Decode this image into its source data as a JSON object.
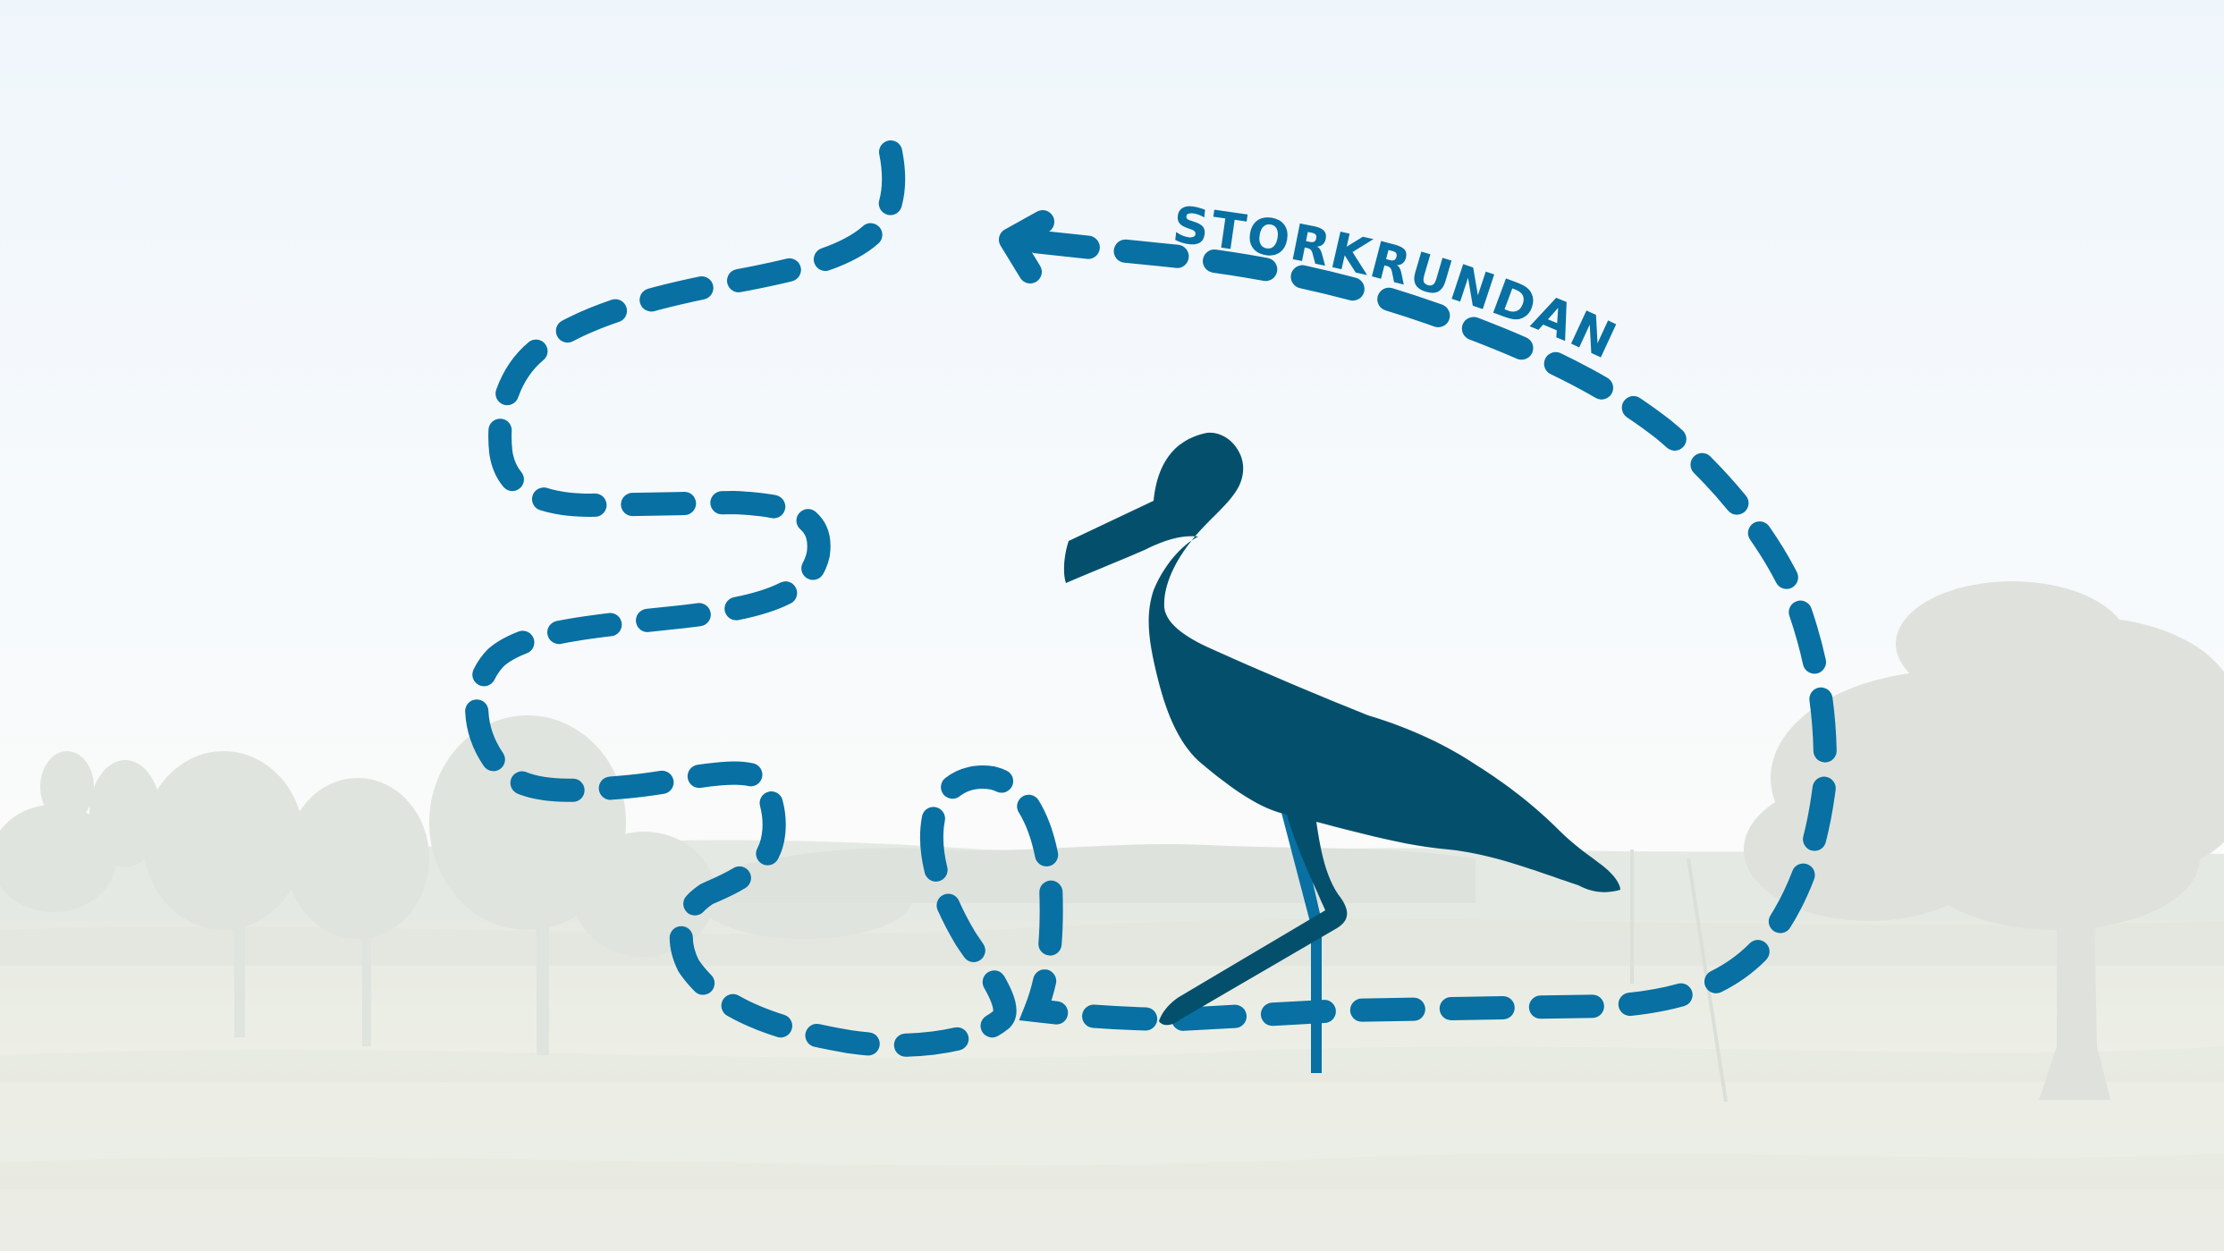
{
  "logo": {
    "title": "STORKRUNDAN",
    "symbol": "stork-silhouette",
    "route_style": "dashed-looping-path",
    "direction_marker": "arrow-left-icon"
  },
  "background": {
    "scene": "faded-rural-landscape",
    "elements": [
      "sky",
      "tree-line",
      "large-oak-tree",
      "meadow",
      "utility-pole"
    ]
  },
  "colors": {
    "route_blue": "#0870a2",
    "stork_navy": "#04506c",
    "sky_top": "#eaf3fa",
    "sky_bottom": "#f7f9f6",
    "tree_haze": "#d9ddd6",
    "meadow": "#e4e8dc"
  }
}
